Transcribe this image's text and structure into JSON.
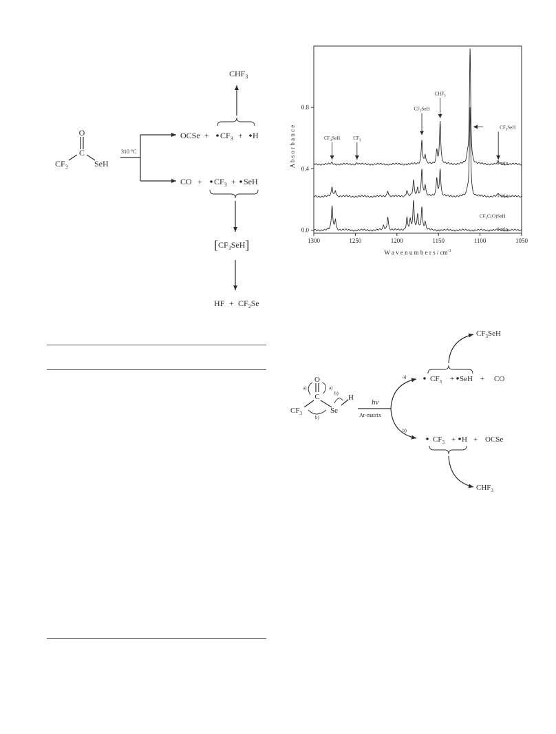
{
  "scheme_left": {
    "reactant": {
      "o": "O",
      "c": "C",
      "cf3": "CF",
      "cf3_sub": "3",
      "seh": "SeH"
    },
    "condition": "310 °C",
    "upper_path": {
      "ocse": "OCSe",
      "plus1": "+",
      "cf3": "CF",
      "cf3_sub": "3",
      "plus2": "+",
      "h": "H"
    },
    "top_product": {
      "main": "CHF",
      "sub": "3"
    },
    "lower_path": {
      "co": "CO",
      "plus1": "+",
      "cf3": "CF",
      "cf3_sub": "3",
      "plus2": "+",
      "seh": "SeH"
    },
    "intermediate": {
      "open": "[",
      "main": "CF",
      "sub": "3",
      "rest": "SeH",
      "close": "]"
    },
    "final": {
      "hf": "HF",
      "plus": "+",
      "main": "CF",
      "sub": "2",
      "rest": "Se"
    }
  },
  "chart_data": {
    "type": "line",
    "title": "",
    "xlabel": "W a v e n u m b e r s / cm",
    "xlabel_sup": "-1",
    "ylabel": "A b s o r b a n c e",
    "xlim": [
      1300,
      1050
    ],
    "ylim": [
      -0.02,
      1.2
    ],
    "x_ticks": [
      1300,
      1250,
      1200,
      1150,
      1100,
      1050
    ],
    "y_ticks": [
      0.0,
      0.4,
      0.8
    ],
    "y_tick_labels": [
      "0.0",
      "0.4",
      "0.8"
    ],
    "grid": false,
    "series": [
      {
        "name": "0 min.",
        "baseline": 0.0,
        "peaks": [
          [
            1278,
            0.16
          ],
          [
            1274,
            0.07
          ],
          [
            1211,
            0.09
          ],
          [
            1216,
            0.03
          ],
          [
            1188,
            0.08
          ],
          [
            1184,
            0.06
          ],
          [
            1180,
            0.18
          ],
          [
            1175,
            0.1
          ],
          [
            1170,
            0.15
          ],
          [
            1166,
            0.05
          ]
        ]
      },
      {
        "name": "5 min.",
        "baseline": 0.22,
        "peaks": [
          [
            1278,
            0.06
          ],
          [
            1274,
            0.04
          ],
          [
            1211,
            0.04
          ],
          [
            1188,
            0.04
          ],
          [
            1180,
            0.1
          ],
          [
            1175,
            0.05
          ],
          [
            1170,
            0.18
          ],
          [
            1166,
            0.07
          ],
          [
            1152,
            0.12
          ],
          [
            1148,
            0.18
          ],
          [
            1112,
            0.58
          ],
          [
            1115,
            0.03
          ],
          [
            1078,
            0.02
          ]
        ]
      },
      {
        "name": "8 min.",
        "baseline": 0.43,
        "peaks": [
          [
            1278,
            0.01
          ],
          [
            1248,
            0.01
          ],
          [
            1170,
            0.16
          ],
          [
            1166,
            0.06
          ],
          [
            1152,
            0.09
          ],
          [
            1148,
            0.28
          ],
          [
            1112,
            0.75
          ],
          [
            1115,
            0.04
          ],
          [
            1078,
            0.02
          ]
        ]
      }
    ],
    "annotations": [
      {
        "label": "CF",
        "sub": "3",
        "rest": "SeH",
        "x": 1278,
        "y_text": 0.59,
        "y_tip": 0.46,
        "arrow": "down"
      },
      {
        "label": "CF",
        "sub": "3",
        "rest": "",
        "x": 1248,
        "y_text": 0.59,
        "y_tip": 0.46,
        "arrow": "down"
      },
      {
        "label": "CF",
        "sub": "3",
        "rest": "SeH",
        "x": 1170,
        "y_text": 0.78,
        "y_tip": 0.62,
        "arrow": "down"
      },
      {
        "label": "CHF",
        "sub": "3",
        "rest": "",
        "x": 1148,
        "y_text": 0.88,
        "y_tip": 0.73,
        "arrow": "down"
      },
      {
        "label": "CF",
        "sub": "3",
        "rest": "SeH",
        "x": 1078,
        "y_text": 0.66,
        "y_tip": 0.46,
        "arrow": "down"
      },
      {
        "label": "CF",
        "sub": "3",
        "rest": "SeH",
        "x": 1078,
        "y_text": 0.66,
        "y_tip": 1108,
        "arrow": "left"
      },
      {
        "label": "CF",
        "sub": "3",
        "rest": "C(O)SeH",
        "x": 1085,
        "y_text": 0.08,
        "arrow": "none"
      }
    ]
  },
  "scheme_right": {
    "reactant": {
      "o": "O",
      "c": "C",
      "cf3": "CF",
      "cf3_sub": "3",
      "se": "Se",
      "h": "H",
      "a1": "a)",
      "a2": "a)",
      "b1": "b)",
      "b2": "b)"
    },
    "hv": "hν",
    "condition": "Ar-matrix",
    "branch_a": "a)",
    "branch_b": "b)",
    "upper_path": {
      "cf3": "CF",
      "cf3_sub": "3",
      "plus1": "+",
      "seh": "SeH",
      "plus2": "+",
      "co": "CO"
    },
    "top_product": {
      "main": "CF",
      "sub": "3",
      "rest": "SeH"
    },
    "lower_path": {
      "cf3": "CF",
      "cf3_sub": "3",
      "plus1": "+",
      "h": "H",
      "plus2": "+",
      "ocse": "OCSe"
    },
    "bottom_product": {
      "main": "CHF",
      "sub": "3"
    }
  }
}
